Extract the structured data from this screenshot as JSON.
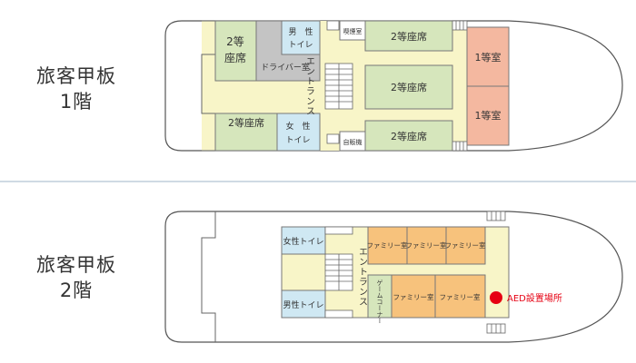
{
  "deck1": {
    "title_line1": "旅客甲板",
    "title_line2": "1階",
    "rooms": {
      "second_class_a1": "2等",
      "second_class_a2": "座席",
      "second_class_b": "2等座席",
      "second_class_c": "2等座席",
      "second_class_d": "2等座席",
      "second_class_e": "2等座席",
      "mens_toilet_1": "男　性",
      "mens_toilet_2": "トイレ",
      "womens_toilet_1": "女　性",
      "womens_toilet_2": "トイレ",
      "driver_room": "ドライバー室",
      "smoking_room": "喫煙室",
      "vending": "自販機",
      "entrance": "エントランス",
      "first_class_a": "1等室",
      "first_class_b": "1等室"
    }
  },
  "deck2": {
    "title_line1": "旅客甲板",
    "title_line2": "2階",
    "rooms": {
      "womens_toilet": "女性トイレ",
      "mens_toilet": "男性トイレ",
      "entrance": "エントランス",
      "game_corner": "ゲームコーナー",
      "family_room": "ファミリー室",
      "aed_label": "AED設置場所"
    }
  },
  "colors": {
    "second_class": "#d6e6bc",
    "mens_toilet": "#c4c4c4",
    "womens_toilet": "#cfe8f3",
    "first_class": "#f4b8a0",
    "family_room": "#f7c27c",
    "corridor": "#f8f5c8",
    "aed": "#e60012",
    "divider": "#9fb6c9"
  }
}
